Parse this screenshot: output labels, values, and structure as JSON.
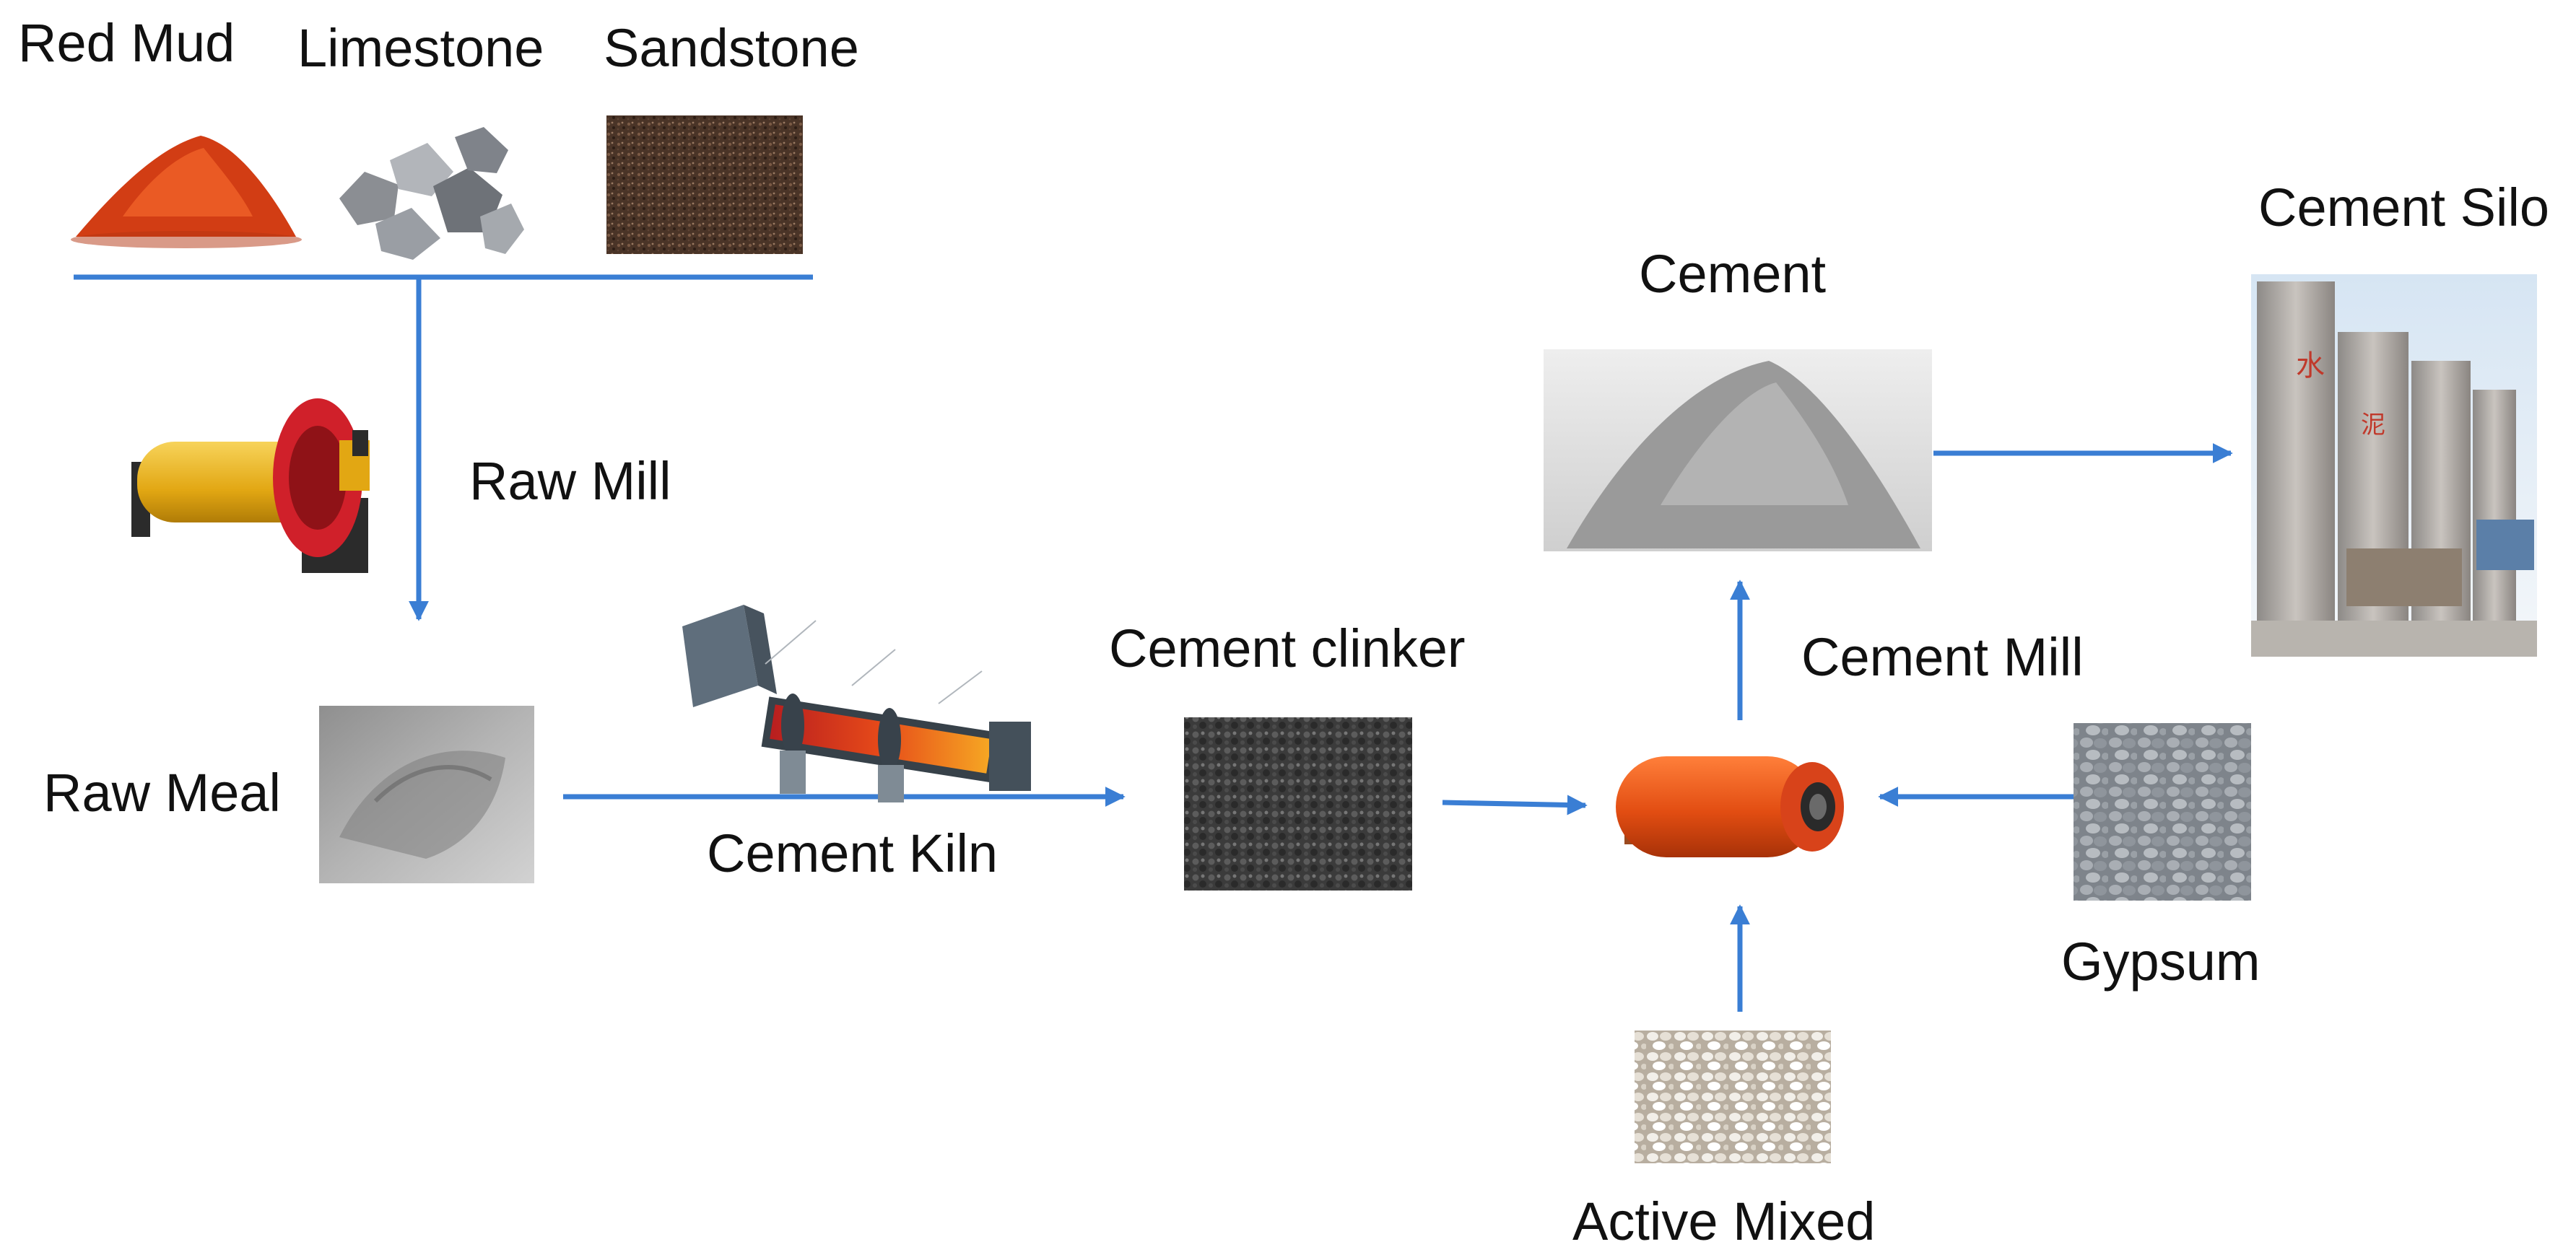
{
  "colors": {
    "arrow": "#3a7ed4",
    "background": "#ffffff",
    "text": "#111111"
  },
  "labels": {
    "red_mud": "Red Mud",
    "limestone": "Limestone",
    "sandstone": "Sandstone",
    "raw_mill": "Raw Mill",
    "raw_meal": "Raw Meal",
    "cement_kiln": "Cement Kiln",
    "cement_clinker": "Cement clinker",
    "cement": "Cement",
    "cement_silo": "Cement Silo",
    "cement_mill": "Cement Mill",
    "gypsum": "Gypsum",
    "active_mixed": "Active Mixed"
  },
  "images": {
    "red_mud": "red-mud-powder-pile",
    "limestone": "limestone-rocks",
    "sandstone": "sandstone-texture",
    "raw_mill": "ball-mill-machine",
    "raw_meal": "raw-meal-powder",
    "cement_kiln": "rotary-kiln-diagram",
    "cement_clinker": "clinker-granules",
    "cement": "cement-powder-pile",
    "cement_silo": "cement-silos-photo",
    "cement_mill": "cement-ball-mill",
    "gypsum": "gypsum-stones",
    "active_mixed": "white-pebbles"
  }
}
